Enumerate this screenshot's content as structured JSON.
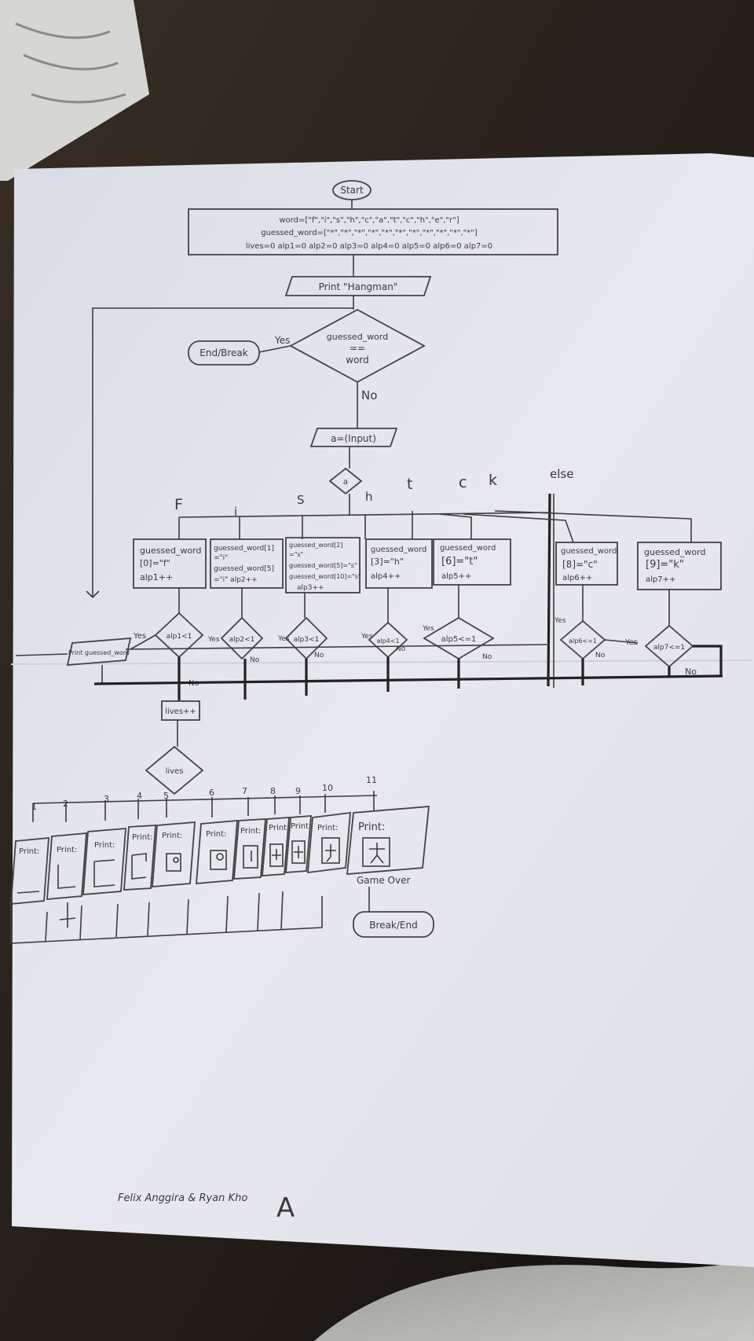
{
  "flowchart": {
    "start": "Start",
    "init_word": "word=[\"f\",\"i\",\"s\",\"h\",\"c\",\"a\",\"t\",\"c\",\"h\",\"e\",\"r\"]",
    "init_guessed": "guessed_word=[\"*\",\"*\",\"*\",\"*\",\"*\",\"*\",\"*\",\"*\",\"*\",\"*\",\"*\"]",
    "init_lives": "lives=0  alp1=0 alp2=0 alp3=0 alp4=0  alp5=0 alp6=0 alp7=0",
    "print_title": "Print \"Hangman\"",
    "loop_condition_a": "guessed_word",
    "loop_condition_op": "==",
    "loop_condition_b": "word",
    "yes": "Yes",
    "no": "No",
    "end_break": "End/Break",
    "input": "a=(Input)",
    "switch_var": "a",
    "case_f": "F",
    "case_i": "i",
    "case_s": "S",
    "case_h": "h",
    "case_t": "t",
    "case_c": "c",
    "case_k": "k",
    "case_else": "else",
    "box_f": [
      "guessed_word",
      "[0]=\"f\"",
      "alp1++"
    ],
    "box_i": [
      "guessed_word[1]",
      "=\"i\"",
      "guessed_word[5]",
      "=\"i\" alp2++"
    ],
    "box_s": [
      "guessed_word[2]",
      "=\"s\"",
      "guessed_word[5]=\"s\"",
      "guessed_word[10]=\"s\"",
      "alp3++"
    ],
    "box_h": [
      "guessed_word",
      "[3]=\"h\"",
      "alp4++"
    ],
    "box_t": [
      "guessed_word",
      "[6]=\"t\"",
      "alp5++"
    ],
    "box_c": [
      "guessed_word",
      "[8]=\"c\"",
      "alp6++"
    ],
    "box_k": [
      "guessed_word",
      "[9]=\"k\"",
      "alp7++"
    ],
    "dec_1": "alp1<1",
    "dec_2": "alp2<1",
    "dec_3": "alp3<1",
    "dec_4": "alp4<1",
    "dec_5": "alp5<=1",
    "dec_6": "alp6<=1",
    "dec_7": "alp7<=1",
    "print_guessed": "Print guessed_word",
    "lives_inc": "lives++",
    "lives_switch": "lives",
    "life_numbers": [
      "1",
      "2",
      "3",
      "4",
      "5",
      "6",
      "7",
      "8",
      "9",
      "10",
      "11"
    ],
    "print_label": "Print:",
    "game_over": "Game Over",
    "break_end": "Break/End"
  },
  "signature": "Felix Anggira & Ryan Kho",
  "grade": "A"
}
